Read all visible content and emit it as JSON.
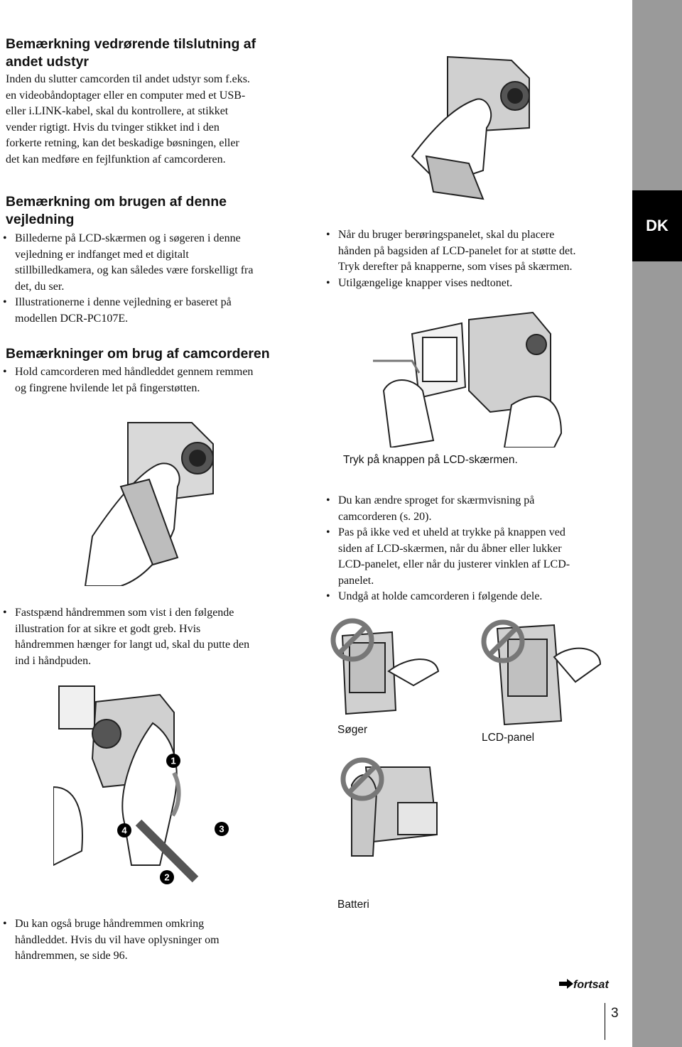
{
  "sections": {
    "connection": {
      "heading": "Bemærkning vedrørende tilslutning af andet udstyr",
      "lines": [
        "Inden du slutter camcorden til andet udstyr som f.eks.",
        "en videobåndoptager eller en computer med et USB-",
        "eller i.LINK-kabel, skal du kontrollere, at stikket",
        "vender rigtigt. Hvis du tvinger stikket ind i den",
        "forkerte retning, kan det beskadige bøsningen, eller",
        "det kan medføre en fejlfunktion af camcorderen."
      ]
    },
    "guide": {
      "heading_line1": "Bemærkning om brugen af denne",
      "heading_line2": "vejledning",
      "bullet1_lines": [
        "Billederne på LCD-skærmen og i søgeren i denne",
        "vejledning er indfanget med et digitalt",
        "stillbilledkamera, og kan således være forskelligt fra",
        "det, du ser."
      ],
      "bullet2_lines": [
        "Illustrationerne i denne vejledning er baseret på",
        "modellen DCR-PC107E."
      ]
    },
    "usage": {
      "heading": "Bemærkninger om brug af camcorderen",
      "bullet1_lines": [
        "Hold camcorderen med håndleddet gennem remmen",
        "og fingrene hvilende let på fingerstøtten."
      ],
      "bullet2_lines": [
        "Fastspænd håndremmen som vist i den følgende",
        "illustration for at sikre et godt greb. Hvis",
        "håndremmen hænger for langt ud, skal du putte den",
        "ind i håndpuden."
      ],
      "bullet3_lines": [
        "Du kan også bruge håndremmen omkring",
        "håndleddet. Hvis du vil have oplysninger om",
        "håndremmen, se side 96."
      ]
    },
    "right": {
      "bullet1_lines": [
        "Når du bruger berøringspanelet, skal du placere",
        "hånden på bagsiden af LCD-panelet for at støtte det.",
        "Tryk derefter på knapperne, som vises på skærmen."
      ],
      "bullet2": "Utilgængelige knapper vises nedtonet.",
      "caption_lcd": "Tryk på knappen på LCD-skærmen.",
      "bullet3_lines": [
        "Du kan ændre sproget for skærmvisning på",
        "camcorderen (s. 20)."
      ],
      "bullet4_lines": [
        "Pas på ikke ved et uheld at trykke på knappen ved",
        "siden af LCD-skærmen, når du åbner eller lukker",
        "LCD-panelet, eller når du justerer vinklen af LCD-",
        "panelet."
      ],
      "bullet5": "Undgå at holde camcorderen i følgende dele.",
      "label_viewfinder": "Søger",
      "label_lcd_panel": "LCD-panel",
      "label_battery": "Batteri"
    }
  },
  "strap_steps": [
    "1",
    "2",
    "3",
    "4"
  ],
  "side_tab": "DK",
  "continued": "fortsat",
  "continued_arrow_icon": "arrow-right-icon",
  "page_number": "3"
}
